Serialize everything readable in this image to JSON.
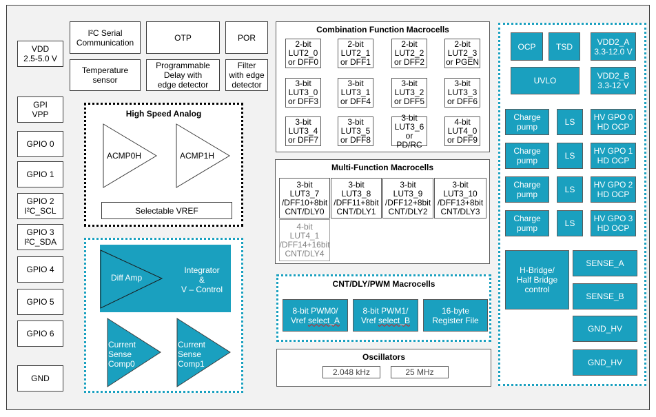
{
  "pins": [
    {
      "id": "vdd",
      "label": "VDD\n2.5-5.0 V"
    },
    {
      "id": "gpi",
      "label": "GPI\nVPP"
    },
    {
      "id": "gpio0",
      "label": "GPIO 0"
    },
    {
      "id": "gpio1",
      "label": "GPIO 1"
    },
    {
      "id": "gpio2",
      "label": "GPIO 2\nI²C_SCL"
    },
    {
      "id": "gpio3",
      "label": "GPIO 3\nI²C_SDA"
    },
    {
      "id": "gpio4",
      "label": "GPIO 4"
    },
    {
      "id": "gpio5",
      "label": "GPIO 5"
    },
    {
      "id": "gpio6",
      "label": "GPIO 6"
    },
    {
      "id": "gnd",
      "label": "GND"
    }
  ],
  "top_blocks": {
    "i2c": "I²C Serial\nCommunication",
    "otp": "OTP",
    "por": "POR",
    "temp": "Temperature\nsensor",
    "delay": "Programmable\nDelay with\nedge detector",
    "filter": "Filter\nwith edge\ndetector"
  },
  "high_speed_analog": {
    "title": "High Speed Analog",
    "acmp0": "ACMP0H",
    "acmp1": "ACMP1H",
    "vref": "Selectable VREF"
  },
  "analog_block": {
    "diff_amp": "Diff  Amp",
    "integrator": "Integrator\n&\nV – Control",
    "comp0": "Current\nSense\nComp0",
    "comp1": "Current\nSense\nComp1"
  },
  "combination": {
    "title": "Combination Function Macrocells",
    "cells": [
      "2-bit\nLUT2_0\nor DFF0",
      "2-bit\nLUT2_1\nor DFF1",
      "2-bit\nLUT2_2\nor DFF2",
      "2-bit\nLUT2_3\nor PGEN",
      "3-bit\nLUT3_0\nor DFF3",
      "3-bit\nLUT3_1\nor DFF4",
      "3-bit\nLUT3_2\nor DFF5",
      "3-bit\nLUT3_3\nor DFF6",
      "3-bit\nLUT3_4\nor DFF7",
      "3-bit\nLUT3_5\nor DFF8",
      "3-bit\nLUT3_6\nor PD/RC",
      "4-bit\nLUT4_0\nor DFF9"
    ]
  },
  "multi_function": {
    "title": "Multi-Function Macrocells",
    "cells": [
      "3-bit\nLUT3_7\n/DFF10+8bit\nCNT/DLY0",
      "3-bit\nLUT3_8\n/DFF11+8bit\nCNT/DLY1",
      "3-bit\nLUT3_9\n/DFF12+8bit\nCNT/DLY2",
      "3-bit\nLUT3_10\n/DFF13+8bit\nCNT/DLY3",
      "4-bit\nLUT4_1\n/DFF14+16bit\nCNT/DLY4"
    ]
  },
  "cnt_dly_pwm": {
    "title": "CNT/DLY/PWM Macrocells",
    "pwm0_line1": "8-bit PWM0/",
    "pwm0_line2a": "Vref ",
    "pwm0_line2b": "select_A",
    "pwm1_line1": "8-bit PWM1/",
    "pwm1_line2a": "Vref ",
    "pwm1_line2b": "select_B",
    "regfile": "16-byte\nRegister File"
  },
  "oscillators": {
    "title": "Oscillators",
    "osc1": "2.048 kHz",
    "osc2": "25 MHz"
  },
  "hv_section": {
    "ocp": "OCP",
    "tsd": "TSD",
    "vdd2a": "VDD2_A\n3.3-12.0 V",
    "uvlo": "UVLO",
    "vdd2b": "VDD2_B\n3.3-12 V",
    "charge_pump": "Charge\npump",
    "ls": "LS",
    "hv_gpo": [
      "HV GPO 0\nHD OCP",
      "HV GPO 1\nHD OCP",
      "HV GPO 2\nHD OCP",
      "HV GPO 3\nHD OCP"
    ],
    "hbridge": "H-Bridge/\nHalf Bridge\ncontrol",
    "sense_a": "SENSE_A",
    "sense_b": "SENSE_B",
    "gnd_hv_1": "GND_HV",
    "gnd_hv_2": "GND_HV"
  },
  "colors": {
    "accent_teal": "#1aa0bf",
    "background_gray": "#f2f2f2"
  }
}
